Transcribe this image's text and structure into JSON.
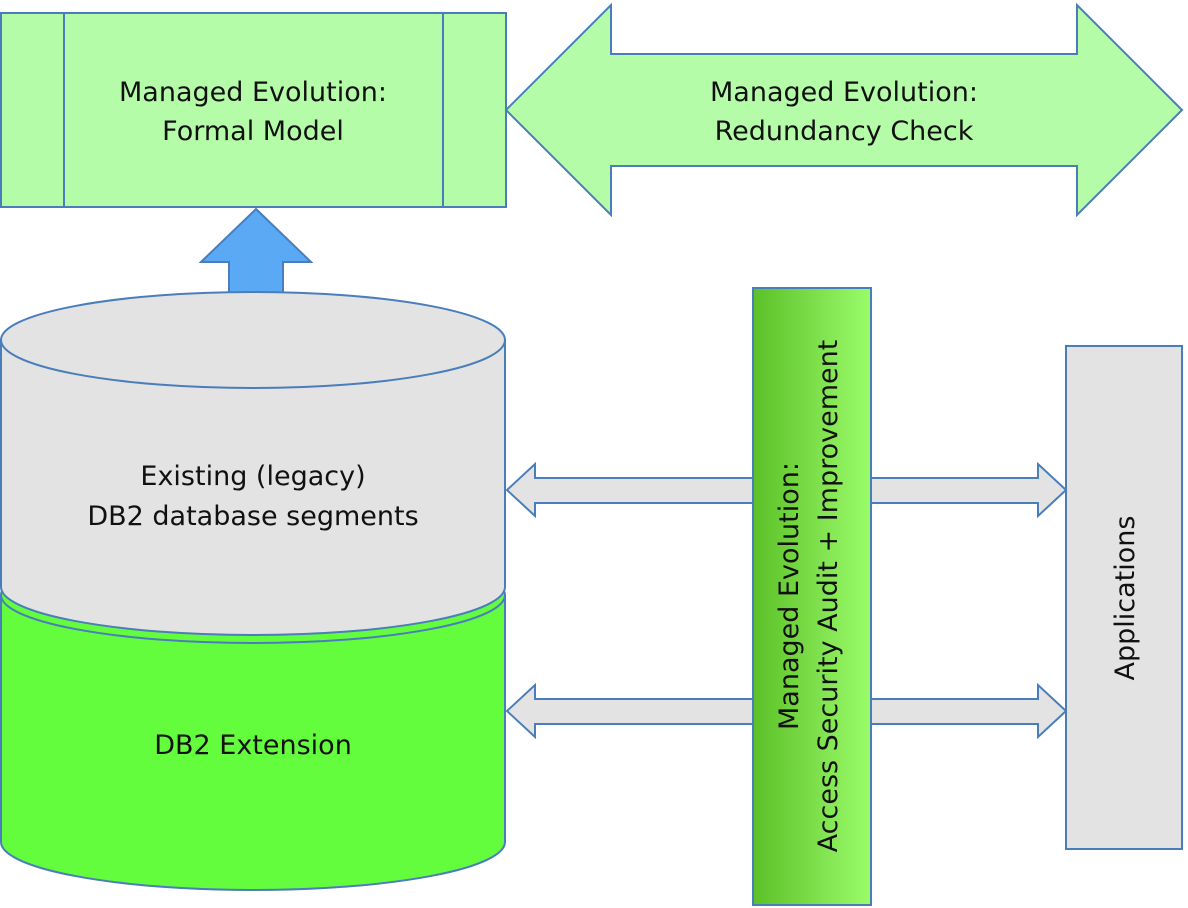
{
  "diagram": {
    "formal_model": {
      "line1": "Managed Evolution:",
      "line2": "Formal Model"
    },
    "redundancy_check": {
      "line1": "Managed Evolution:",
      "line2": "Redundancy Check"
    },
    "legacy_segments": {
      "line1": "Existing (legacy)",
      "line2": "DB2 database segments"
    },
    "db2_extension": {
      "label": "DB2 Extension"
    },
    "security_audit": {
      "line1": "Managed Evolution:",
      "line2": "Access Security Audit + Improvement"
    },
    "applications": {
      "label": "Applications"
    }
  },
  "colors": {
    "light_green_fill": "#b5fca9",
    "green_stroke": "#4a7ebb",
    "bright_green_fill": "#63fd3d",
    "gray_fill": "#e3e3e3",
    "blue_arrow": "#5aa9f5",
    "gradient_dark": "#5cc028",
    "gradient_light": "#9afc6a"
  }
}
